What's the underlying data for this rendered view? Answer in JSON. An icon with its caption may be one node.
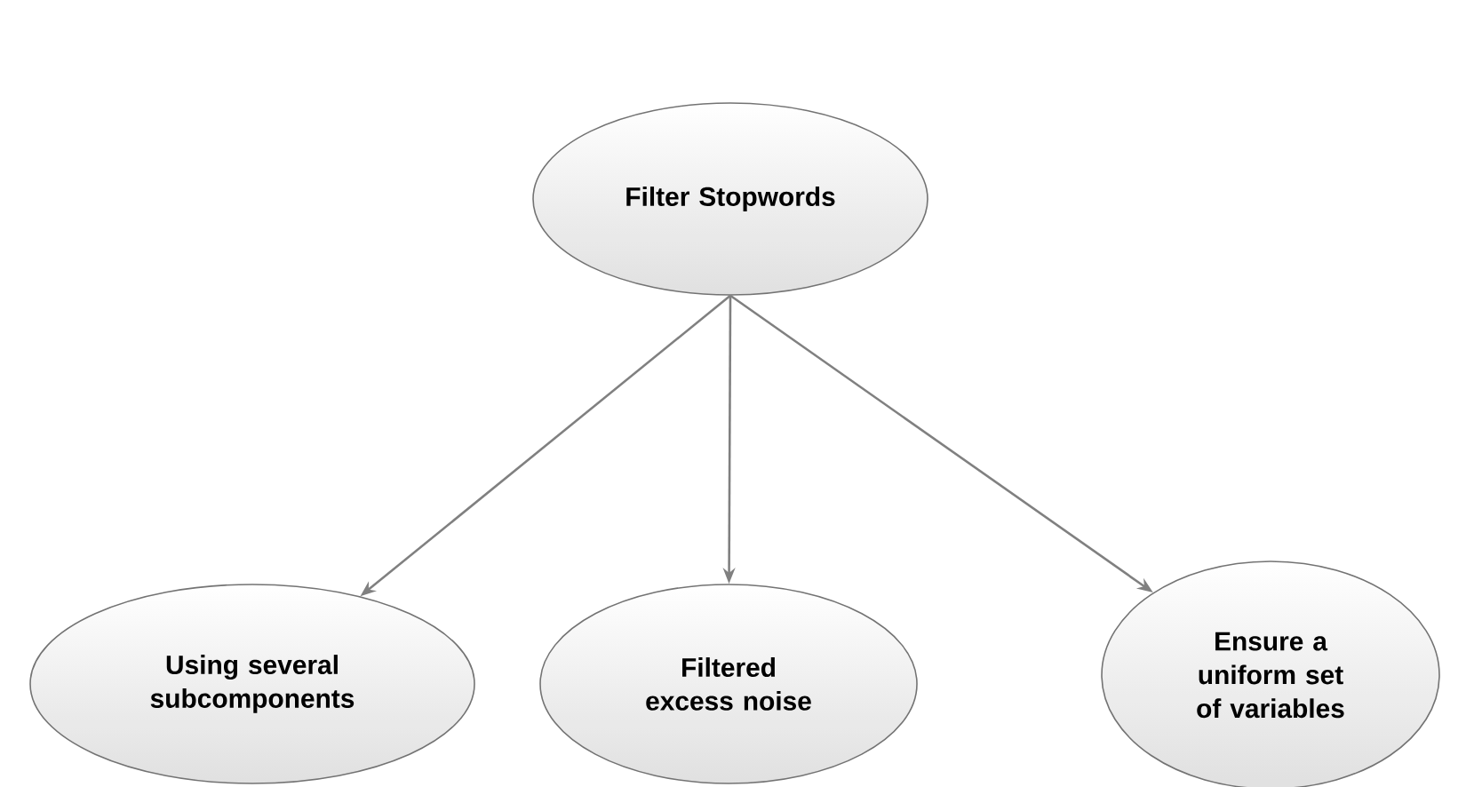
{
  "diagram": {
    "nodes": [
      {
        "text": [
          "Filter Stopwords"
        ]
      },
      {
        "text": [
          "Using several subcomponents"
        ]
      },
      {
        "text": [
          "Filtered excess noise"
        ]
      },
      {
        "text": [
          "Ensure a uniform set of variables"
        ]
      }
    ],
    "edges": [
      {
        "from": 0,
        "to": 1,
        "arrow": "to"
      },
      {
        "from": 0,
        "to": 2,
        "arrow": "to"
      },
      {
        "from": 0,
        "to": 3,
        "arrow": "to"
      }
    ]
  }
}
